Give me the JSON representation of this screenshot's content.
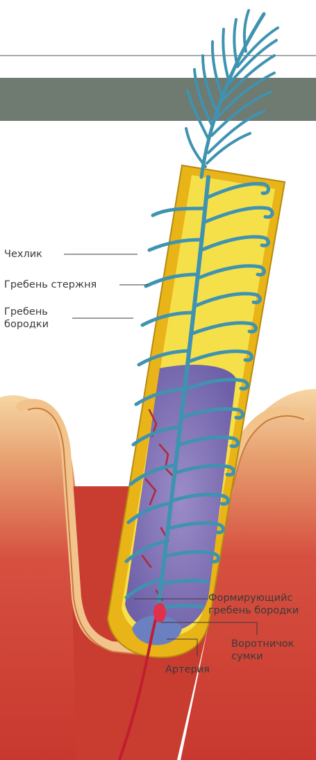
{
  "labels": {
    "chekhlik": "Чехлик",
    "greben_sterzhnya": "Гребень стержня",
    "greben_borodki_line1": "Гребень",
    "greben_borodki_line2": "бородки",
    "formiruyushchiy_line1": "Формирующийс",
    "formiruyushchiy_line2": "гребень бородки",
    "vorotnichok_line1": "Воротничок",
    "vorotnichok_line2": "сумки",
    "arteriya": "Артерия"
  },
  "colors": {
    "header_band": "#6f7a70",
    "sheath": "#f0c020",
    "sheath_inner": "#f7e24a",
    "barb": "#3f93b0",
    "pulp": "#8a78b8",
    "skin": "#d24a3a",
    "skin_light": "#f2c48c",
    "artery": "#c01e30"
  }
}
